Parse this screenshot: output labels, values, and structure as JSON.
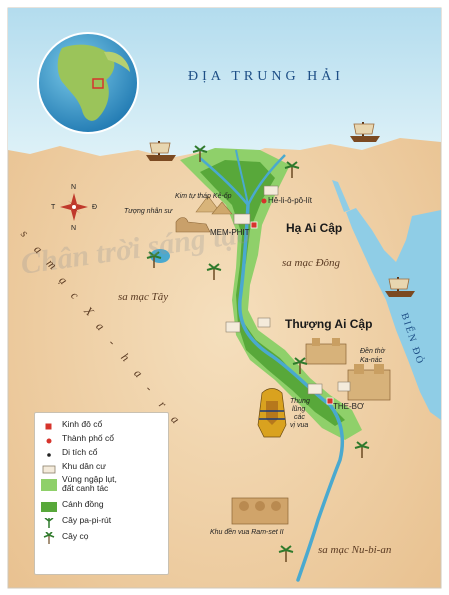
{
  "sea_north": "ĐỊA TRUNG HẢI",
  "sea_east": "BIỂN ĐỎ",
  "deserts": {
    "west": "sa mạc Tây",
    "east": "sa mạc Đông",
    "nubian": "sa mạc Nu-bi-an",
    "sahara": [
      "s",
      "a",
      "m",
      "ạ",
      "c",
      "X",
      "a",
      "-",
      "h",
      "a",
      "-",
      "r",
      "a"
    ]
  },
  "regions": {
    "lower": "Hạ Ai Cập",
    "upper": "Thượng Ai Cập"
  },
  "capitals": {
    "memphis": "MEM-PHIT",
    "thebes": "THE-BƠ"
  },
  "cities": {
    "heliopolis": "Hê-li-ô-pô-lít"
  },
  "sites": {
    "pyramids": "Kim tự tháp Kê-ốp",
    "sphinx": "Tượng nhân sư",
    "karnak_line1": "Đền thờ",
    "karnak_line2": "Ka-nác",
    "valley": [
      "Thung",
      "lũng",
      "các",
      "vị vua"
    ],
    "ramses": "Khu đền vua Ram-set II"
  },
  "compass": {
    "n": "N",
    "s": "N",
    "w": "T",
    "e": "Đ"
  },
  "legend": {
    "title": "",
    "items": [
      {
        "label": "Kinh đô cổ",
        "symbol": "capital-square"
      },
      {
        "label": "Thành phố cổ",
        "symbol": "city-dot"
      },
      {
        "label": "Di tích cổ",
        "symbol": "site-dot"
      },
      {
        "label": "Khu dân cư",
        "symbol": "settlement"
      },
      {
        "label": "Vùng ngập lụt,",
        "label2": "đất canh tác",
        "symbol": "flood-swatch"
      },
      {
        "label": "Cánh đồng",
        "symbol": "field-swatch"
      },
      {
        "label": "Cây pa-pi-rút",
        "symbol": "papyrus-icon"
      },
      {
        "label": "Cây cọ",
        "symbol": "palm-icon"
      }
    ]
  },
  "watermark": "Chân trời sáng tạo",
  "colors": {
    "sea": "#bfe3f1",
    "land": "#f2d6ae",
    "land_dark": "#e9bf8d",
    "nile": "#4aa9cf",
    "flood": "#8fd06a",
    "field": "#58a83a",
    "capital": "#d6342c"
  }
}
